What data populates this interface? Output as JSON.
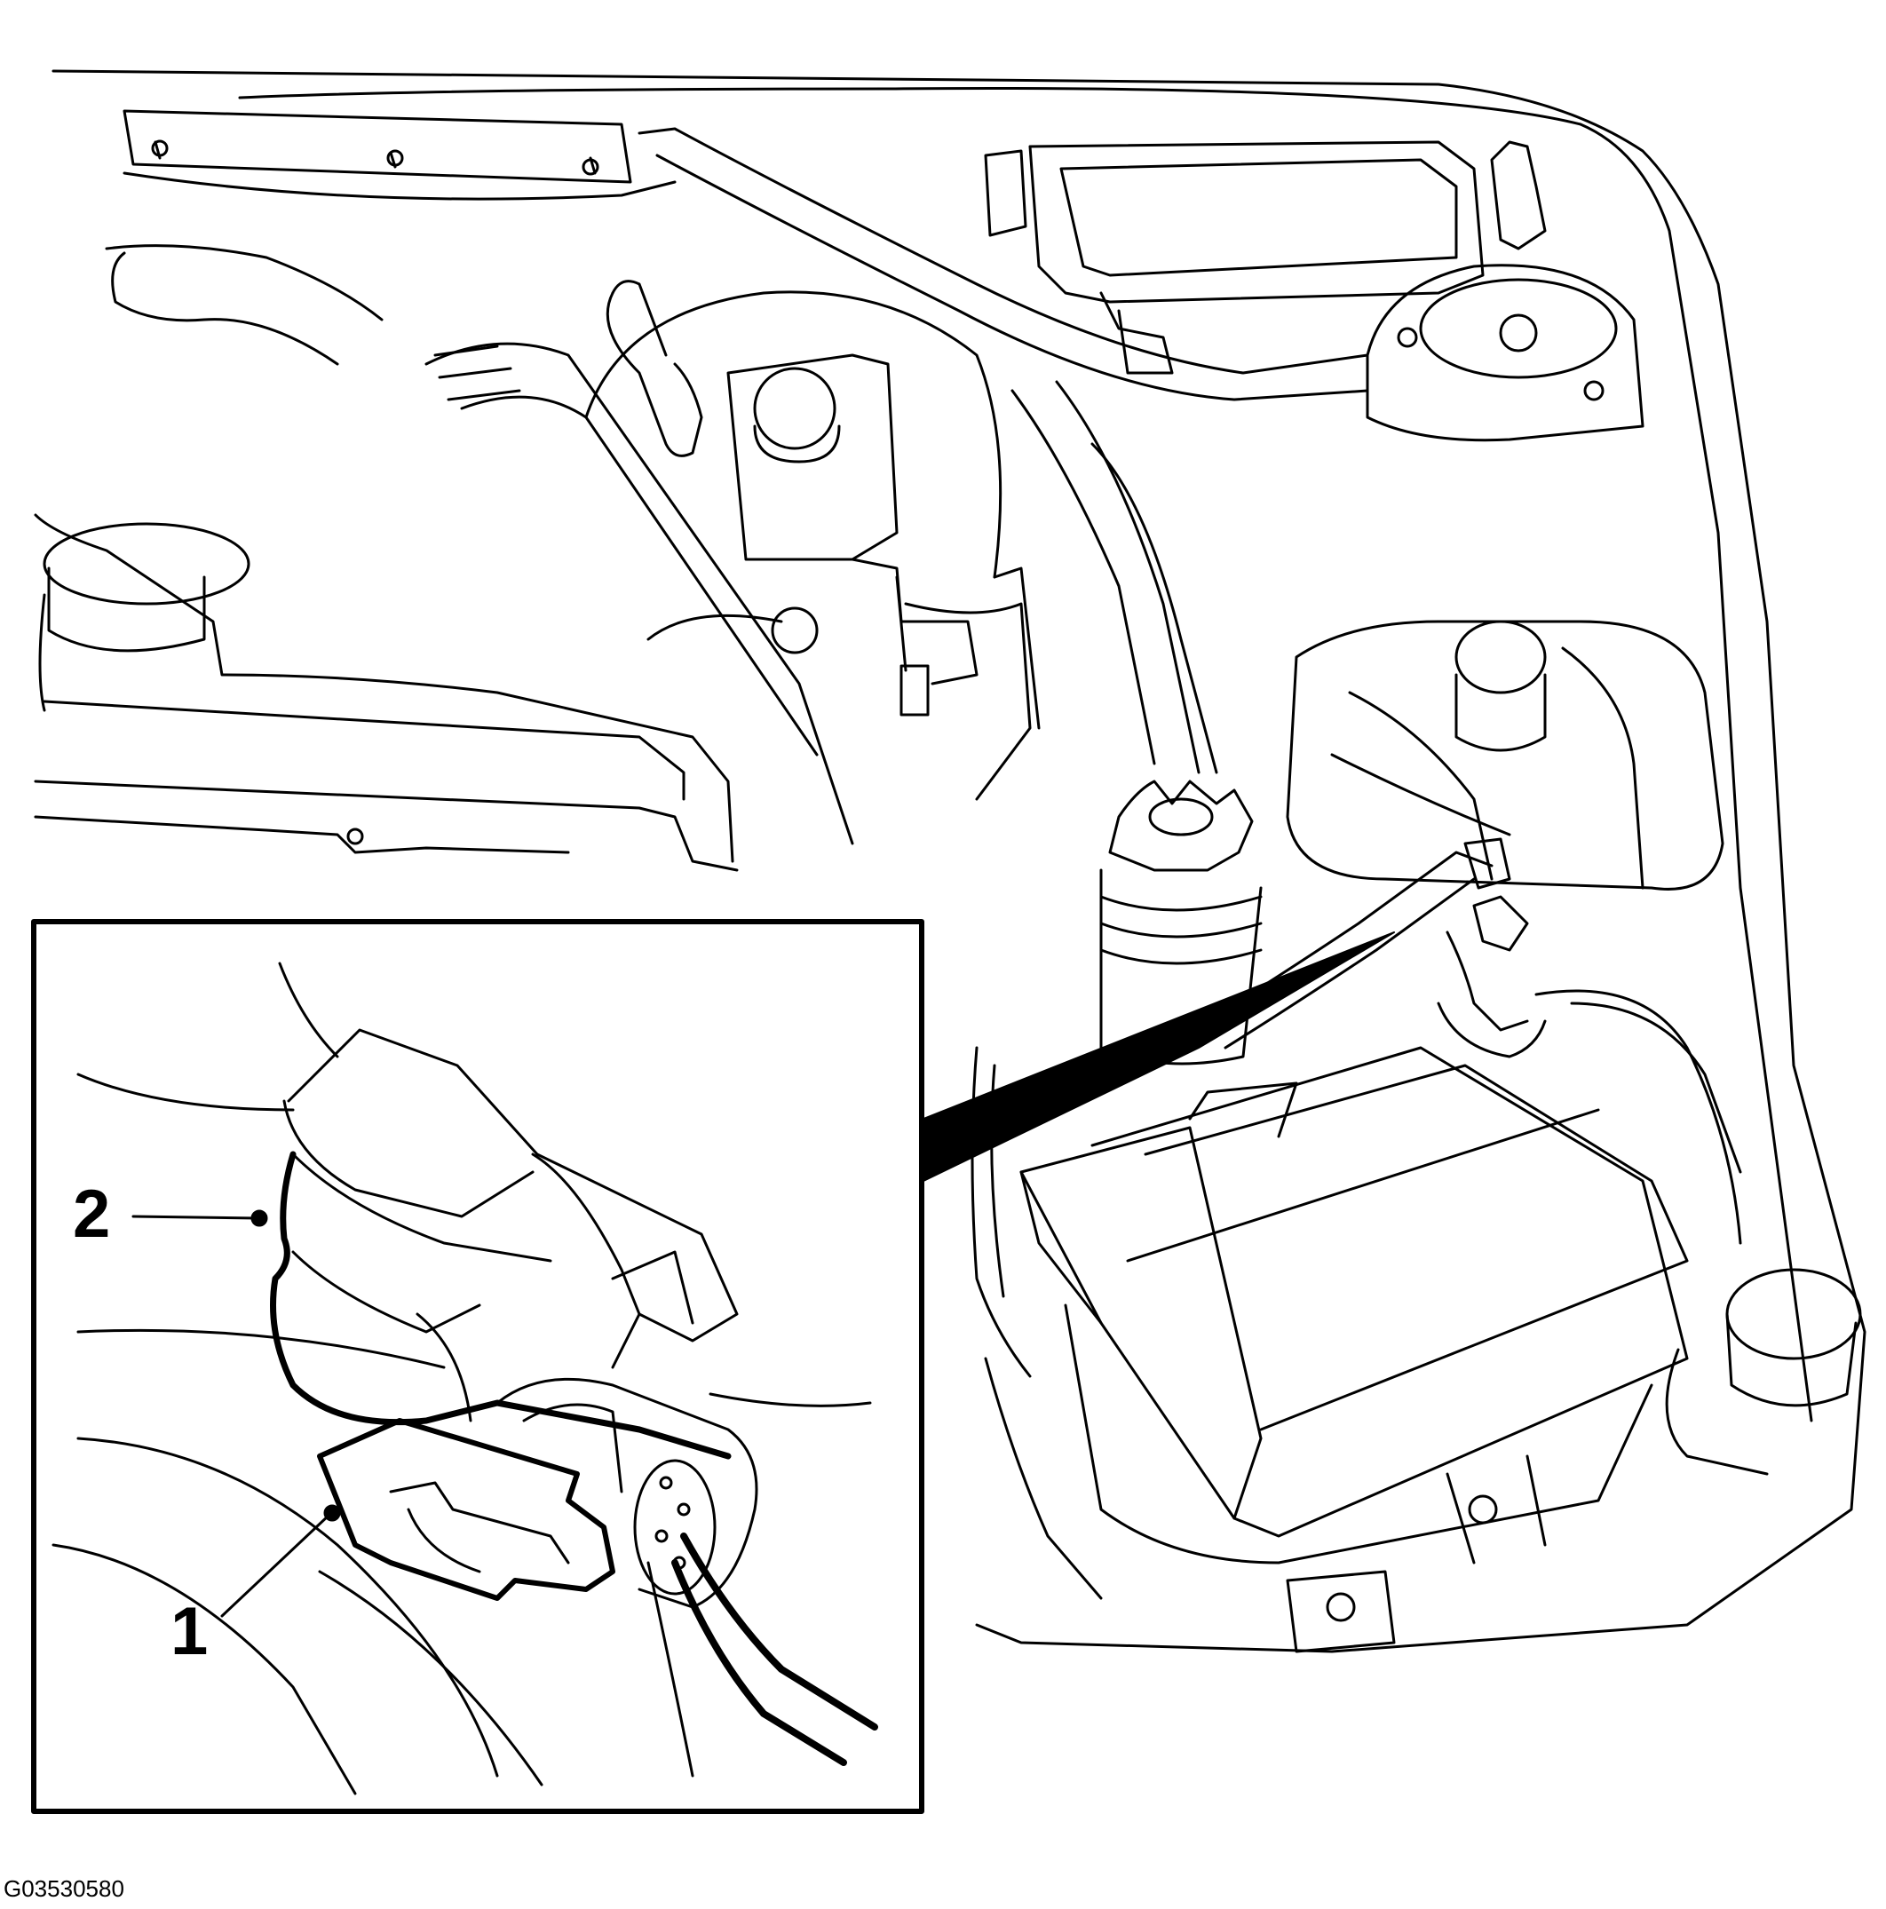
{
  "figure": {
    "code": "G03530580"
  },
  "callouts": [
    {
      "number": "1"
    },
    {
      "number": "2"
    }
  ],
  "colors": {
    "line": "#000000",
    "background": "#ffffff"
  }
}
